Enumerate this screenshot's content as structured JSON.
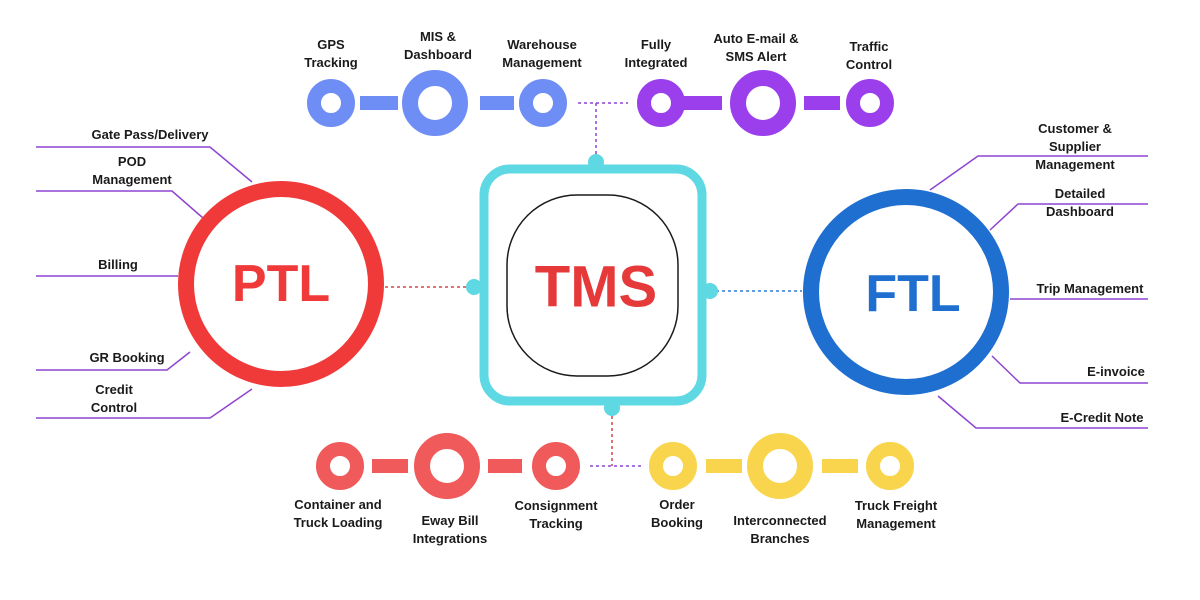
{
  "center": {
    "label": "TMS",
    "color": "#e63a3a",
    "border_color": "#5ed8e3"
  },
  "ptl": {
    "label": "PTL",
    "color": "#f03a3a",
    "features": [
      "Gate Pass/Delivery",
      "POD\nManagement",
      "Billing",
      "GR Booking",
      "Credit\nControl"
    ]
  },
  "ftl": {
    "label": "FTL",
    "color": "#1f6fd1",
    "features": [
      "Customer & Supplier\nManagement",
      "Detailed Dashboard",
      "Trip Management",
      "E-invoice",
      "E-Credit Note"
    ]
  },
  "top_blue": {
    "color": "#6f8ef5",
    "items": [
      "GPS\nTracking",
      "MIS &\nDashboard",
      "Warehouse\nManagement"
    ]
  },
  "top_purple": {
    "color": "#9b3fec",
    "items": [
      "Fully\nIntegrated",
      "Auto E-mail &\nSMS Alert",
      "Traffic\nControl"
    ]
  },
  "bottom_red": {
    "color": "#f05a5a",
    "items": [
      "Container and\nTruck Loading",
      "Eway Bill\nIntegrations",
      "Consignment\nTracking"
    ]
  },
  "bottom_yellow": {
    "color": "#f8d54c",
    "items": [
      "Order\nBooking",
      "Interconnected\nBranches",
      "Truck Freight\nManagement"
    ]
  },
  "connector_color": "#8e44d1"
}
